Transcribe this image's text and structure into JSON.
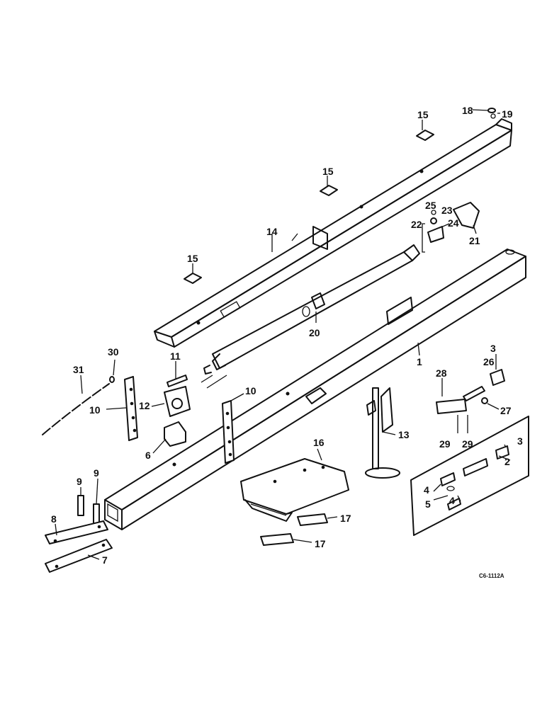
{
  "drawing_ref": "C6-1112A",
  "callouts": {
    "c1": "1",
    "c2": "2",
    "c3a": "3",
    "c3b": "3",
    "c4a": "4",
    "c4b": "4",
    "c5": "5",
    "c6": "6",
    "c7": "7",
    "c8": "8",
    "c9a": "9",
    "c9b": "9",
    "c10a": "10",
    "c10b": "10",
    "c11": "11",
    "c12": "12",
    "c13": "13",
    "c14": "14",
    "c15a": "15",
    "c15b": "15",
    "c15c": "15",
    "c16": "16",
    "c17a": "17",
    "c17b": "17",
    "c18": "18",
    "c19": "19",
    "c20": "20",
    "c21": "21",
    "c22": "22",
    "c23": "23",
    "c24": "24",
    "c25": "25",
    "c26": "26",
    "c27": "27",
    "c28": "28",
    "c29a": "29",
    "c29b": "29",
    "c30": "30",
    "c31": "31"
  }
}
